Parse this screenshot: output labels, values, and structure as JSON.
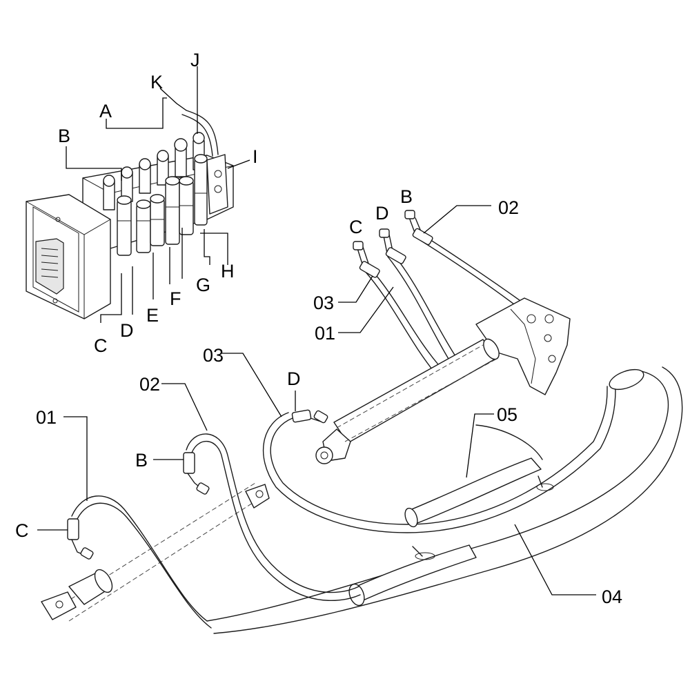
{
  "labels": {
    "A": "A",
    "B": "B",
    "C": "C",
    "D": "D",
    "E": "E",
    "F": "F",
    "G": "G",
    "H": "H",
    "I": "I",
    "J": "J",
    "K": "K",
    "p01": "01",
    "p02": "02",
    "p03": "03",
    "p04": "04",
    "p05": "05"
  }
}
